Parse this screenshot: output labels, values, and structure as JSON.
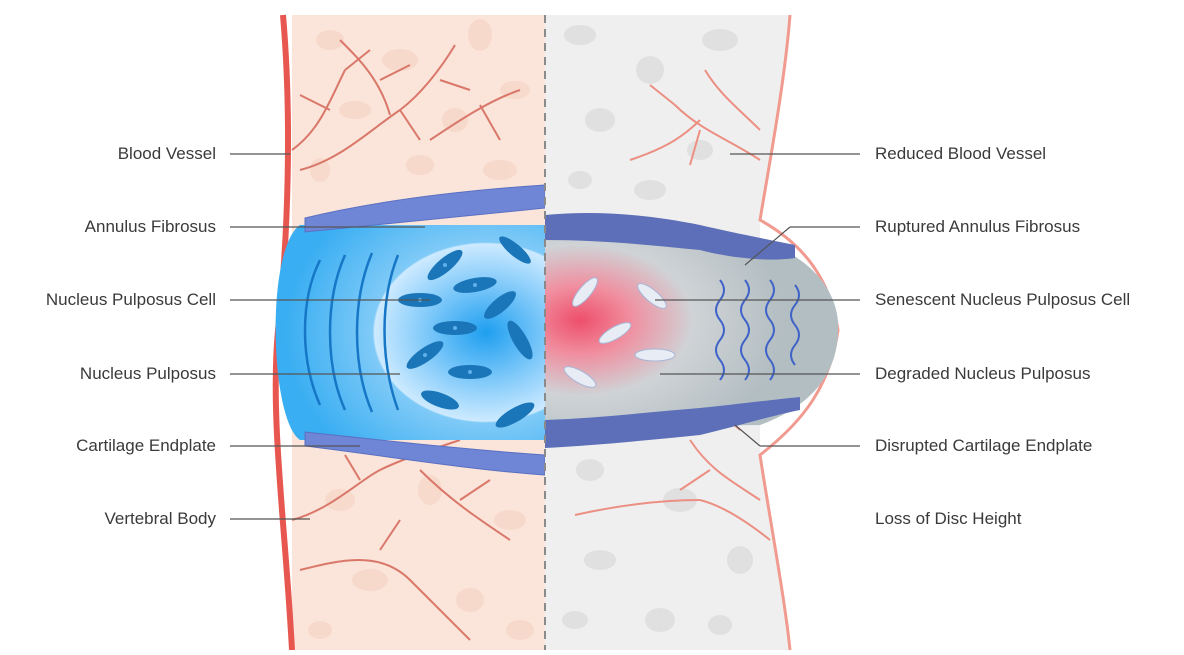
{
  "colors": {
    "vessel": "#e8574f",
    "vessel_light": "#f19a90",
    "healthy_bone": "#fbe4d9",
    "degraded_bone": "#efefef",
    "annulus": "#6f86d6",
    "nucleus_blue": "#2aa7f0",
    "nucleus_light": "#cdeaff",
    "degraded_core": "#ee4f6a",
    "degraded_gray": "#b7c2c6",
    "label_text": "#3a3a3a",
    "leader_line": "#555555"
  },
  "labels_left": [
    {
      "id": "blood-vessel",
      "text": "Blood Vessel"
    },
    {
      "id": "annulus-fibrosus",
      "text": "Annulus Fibrosus"
    },
    {
      "id": "nucleus-pulposus-cell",
      "text": "Nucleus Pulposus Cell"
    },
    {
      "id": "nucleus-pulposus",
      "text": "Nucleus Pulposus"
    },
    {
      "id": "cartilage-endplate",
      "text": "Cartilage Endplate"
    },
    {
      "id": "vertebral-body",
      "text": "Vertebral Body"
    }
  ],
  "labels_right": [
    {
      "id": "reduced-blood-vessel",
      "text": "Reduced Blood Vessel"
    },
    {
      "id": "ruptured-annulus-fibrosus",
      "text": "Ruptured Annulus Fibrosus"
    },
    {
      "id": "senescent-nucleus-pulposus-cell",
      "text": "Senescent Nucleus Pulposus Cell"
    },
    {
      "id": "degraded-nucleus-pulposus",
      "text": "Degraded Nucleus Pulposus"
    },
    {
      "id": "disrupted-cartilage-endplate",
      "text": "Disrupted Cartilage Endplate"
    },
    {
      "id": "loss-of-disc-height",
      "text": "Loss of Disc Height"
    }
  ]
}
